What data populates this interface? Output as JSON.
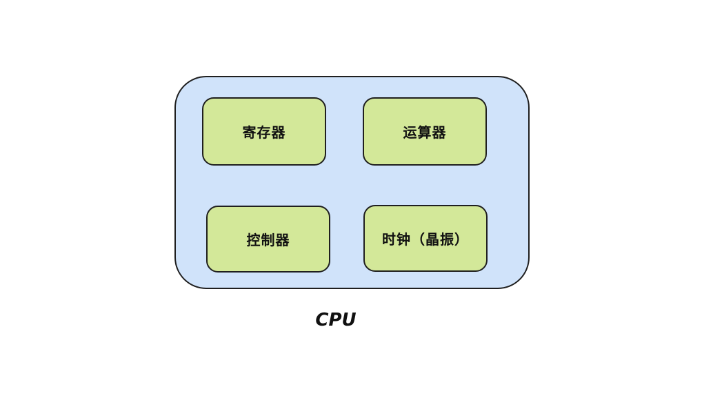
{
  "diagram": {
    "container": {
      "label": "CPU",
      "fill": "#d0e3fa",
      "stroke": "#1f1f1f"
    },
    "components": [
      {
        "id": "register",
        "label": "寄存器"
      },
      {
        "id": "alu",
        "label": "运算器"
      },
      {
        "id": "controller",
        "label": "控制器"
      },
      {
        "id": "clock",
        "label": "时钟（晶振）"
      }
    ],
    "component_fill": "#d3e899",
    "component_stroke": "#1f1f1f",
    "label_color": "#111111",
    "page_background": "#ffffff"
  }
}
